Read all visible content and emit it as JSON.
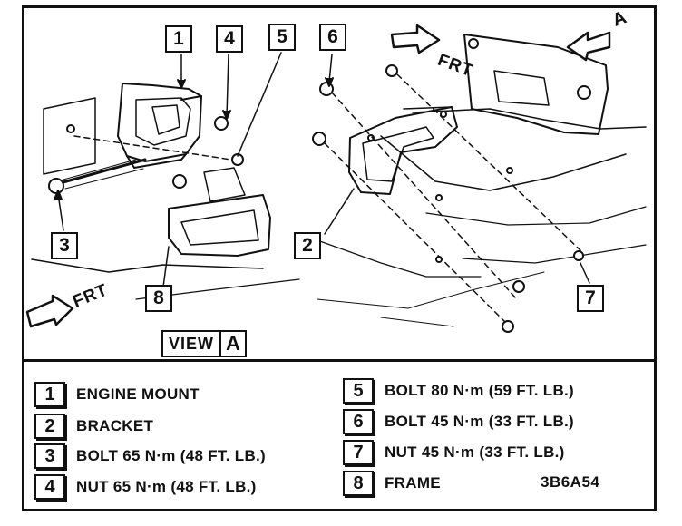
{
  "diagram": {
    "callouts": [
      "1",
      "4",
      "5",
      "6",
      "3",
      "2",
      "8",
      "7"
    ],
    "frt_label": "FRT",
    "view_letter": "A",
    "view_caption": {
      "word": "VIEW",
      "letter": "A"
    }
  },
  "legend": {
    "left": [
      {
        "num": "1",
        "text": "ENGINE MOUNT"
      },
      {
        "num": "2",
        "text": "BRACKET"
      },
      {
        "num": "3",
        "text": "BOLT 65 N·m (48 FT. LB.)"
      },
      {
        "num": "4",
        "text": "NUT 65 N·m (48 FT. LB.)"
      }
    ],
    "right": [
      {
        "num": "5",
        "text": "BOLT 80 N·m (59 FT. LB.)"
      },
      {
        "num": "6",
        "text": "BOLT 45 N·m (33 FT. LB.)"
      },
      {
        "num": "7",
        "text": "NUT 45 N·m (33 FT. LB.)"
      },
      {
        "num": "8",
        "text": "FRAME"
      }
    ],
    "code": "3B6A54"
  }
}
